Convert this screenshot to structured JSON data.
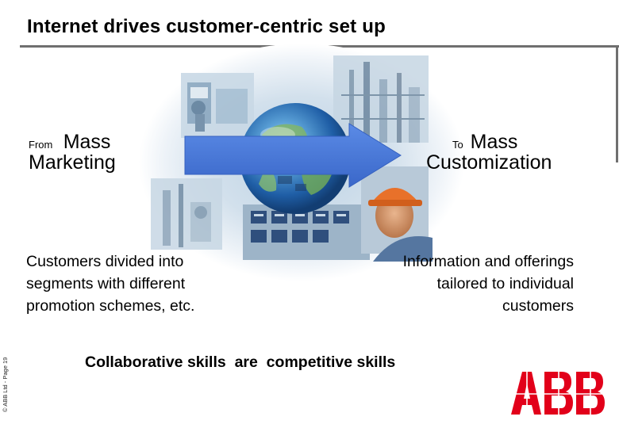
{
  "slide": {
    "title": "Internet drives customer-centric set up",
    "from_prefix": "From",
    "from_word1": "Mass",
    "from_word2": "Marketing",
    "to_prefix": "To",
    "to_word1": "Mass",
    "to_word2": "Customization",
    "left_lines": [
      "Customers divided into",
      "segments with different",
      "promotion schemes, etc."
    ],
    "right_lines": [
      "Information and offerings",
      "tailored to individual",
      "customers"
    ],
    "tagline": "Collaborative skills  are  competitive skills",
    "footer": "© ABB Ltd - Page 19",
    "logo_text": "ABB"
  },
  "colors": {
    "arrow": "#4a78d8",
    "arrow_dark": "#3560bf",
    "rule": "#6f6f6f",
    "logo_red": "#e2001a"
  },
  "icons": {
    "logo": "abb-logo",
    "globe": "globe-image",
    "arrow": "right-arrow-icon"
  }
}
